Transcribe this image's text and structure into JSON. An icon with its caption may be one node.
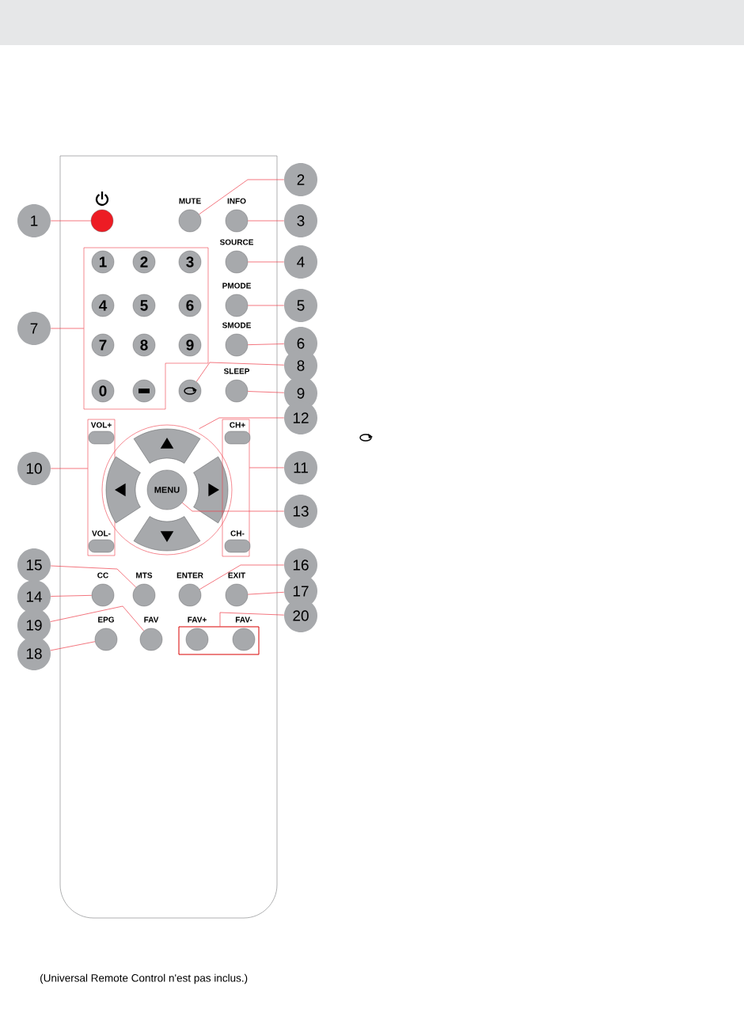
{
  "diagram": {
    "caption": "(Universal Remote Control n'est pas inclus.)",
    "nodes": [
      {
        "text": [
          "1"
        ]
      },
      {
        "text": [
          "2"
        ]
      },
      {
        "text": [
          "3"
        ]
      },
      {
        "text": [
          "4"
        ]
      },
      {
        "text": [
          "5"
        ]
      },
      {
        "text": [
          "6"
        ]
      },
      {
        "text": [
          "7"
        ]
      },
      {
        "text": [
          "8"
        ]
      },
      {
        "text": [
          "9"
        ]
      },
      {
        "text": [
          "10"
        ]
      },
      {
        "text": [
          "11"
        ]
      },
      {
        "text": [
          "12"
        ]
      },
      {
        "text": [
          "13"
        ]
      },
      {
        "text": [
          "14"
        ]
      },
      {
        "text": [
          "15"
        ]
      },
      {
        "text": [
          "16"
        ]
      },
      {
        "text": [
          "17"
        ]
      },
      {
        "text": [
          "18"
        ]
      },
      {
        "text": [
          "19"
        ]
      },
      {
        "text": [
          "20"
        ]
      },
      {
        "text": [],
        "shape": "circle"
      },
      {
        "text": [
          "MUTE"
        ]
      },
      {
        "text": [
          "INFO"
        ]
      },
      {
        "text": [
          "SOURCE"
        ]
      },
      {
        "text": [
          "PMODE"
        ]
      },
      {
        "text": [
          "SMODE"
        ]
      },
      {
        "text": [],
        "shape": "box"
      },
      {
        "text": [
          "1"
        ],
        "in": 26
      },
      {
        "text": [
          "2"
        ],
        "in": 26
      },
      {
        "text": [
          "3"
        ],
        "in": 26
      },
      {
        "text": [
          "4"
        ],
        "in": 26
      },
      {
        "text": [
          "5"
        ],
        "in": 26
      },
      {
        "text": [
          "6"
        ],
        "in": 26
      },
      {
        "text": [
          "7"
        ],
        "in": 26
      },
      {
        "text": [
          "8"
        ],
        "in": 26
      },
      {
        "text": [
          "9"
        ],
        "in": 26
      },
      {
        "text": [
          "0"
        ],
        "in": 26
      },
      {
        "text": [],
        "shape": "circle",
        "in": 26
      },
      {
        "text": [],
        "shape": "circle"
      },
      {
        "text": [
          "SLEEP"
        ]
      },
      {
        "text": [],
        "shape": "box"
      },
      {
        "text": [
          "VOL+"
        ],
        "in": 40
      },
      {
        "text": [
          "VOL-"
        ],
        "in": 40
      },
      {
        "text": [],
        "shape": "circle"
      },
      {
        "text": [],
        "shape": "segment",
        "in": 43
      },
      {
        "text": [],
        "shape": "segment",
        "in": 43
      },
      {
        "text": [
          "MENU"
        ],
        "in": 43
      },
      {
        "text": [],
        "shape": "segment",
        "in": 43
      },
      {
        "text": [],
        "shape": "segment",
        "in": 43
      },
      {
        "text": [],
        "shape": "box"
      },
      {
        "text": [
          "CH+"
        ],
        "in": 49
      },
      {
        "text": [
          "CH-"
        ],
        "in": 49
      },
      {
        "text": [
          "CC"
        ]
      },
      {
        "text": [
          "MTS"
        ]
      },
      {
        "text": [
          "ENTER"
        ]
      },
      {
        "text": [
          "EXIT"
        ]
      },
      {
        "text": [
          "EPG"
        ]
      },
      {
        "text": [
          "FAV"
        ]
      },
      {
        "text": [],
        "shape": "box"
      },
      {
        "text": [
          "FAV+"
        ],
        "in": 58
      },
      {
        "text": [
          "FAV-"
        ],
        "in": 58
      }
    ],
    "edges": [
      {
        "from": 0,
        "to": 20,
        "arrow": "none"
      },
      {
        "from": 1,
        "to": 21,
        "arrow": "none"
      },
      {
        "from": 2,
        "to": 22,
        "arrow": "none"
      },
      {
        "from": 3,
        "to": 23,
        "arrow": "none"
      },
      {
        "from": 4,
        "to": 24,
        "arrow": "none"
      },
      {
        "from": 5,
        "to": 25,
        "arrow": "none"
      },
      {
        "from": 6,
        "to": 26,
        "arrow": "none"
      },
      {
        "from": 7,
        "to": 38,
        "arrow": "none"
      },
      {
        "from": 8,
        "to": 39,
        "arrow": "none"
      },
      {
        "from": 9,
        "to": 40,
        "arrow": "none"
      },
      {
        "from": 10,
        "to": 49,
        "arrow": "none"
      },
      {
        "from": 11,
        "to": 44,
        "arrow": "none"
      },
      {
        "from": 12,
        "to": 46,
        "arrow": "none"
      },
      {
        "from": 13,
        "to": 52,
        "arrow": "none"
      },
      {
        "from": 14,
        "to": 53,
        "arrow": "none"
      },
      {
        "from": 15,
        "to": 54,
        "arrow": "none"
      },
      {
        "from": 16,
        "to": 55,
        "arrow": "none"
      },
      {
        "from": 17,
        "to": 56,
        "arrow": "none"
      },
      {
        "from": 18,
        "to": 57,
        "arrow": "none"
      },
      {
        "from": 19,
        "to": 58,
        "arrow": "none"
      }
    ]
  }
}
